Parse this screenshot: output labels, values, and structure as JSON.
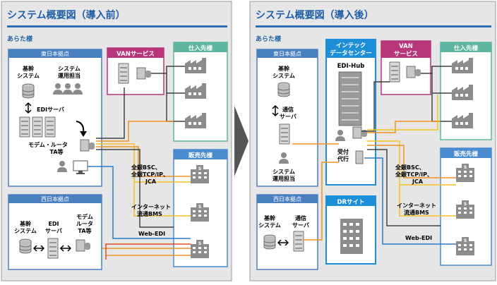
{
  "before": {
    "title": "システム概要図（導入前）",
    "customer": "あらた様",
    "east": "東日本拠点",
    "kikan": [
      "基幹",
      "システム"
    ],
    "operator": [
      "システム",
      "運用担当"
    ],
    "edi_server": "EDIサーバ",
    "modem": [
      "モデム・ルータ",
      "TA等"
    ],
    "van": "VANサービス",
    "suppliers": "仕入先様",
    "sales": "販売先様",
    "protocols": [
      "全銀BSC、",
      "全銀TCP/IP、",
      "JCA"
    ],
    "internet": [
      "インターネット",
      "流通BMS"
    ],
    "webedi": "Web-EDI",
    "west": "西日本拠点",
    "west_kikan": [
      "基幹",
      "システム"
    ],
    "west_edi": [
      "EDI",
      "サーバ"
    ],
    "west_modem": [
      "モデム",
      "ルータ",
      "TA等"
    ]
  },
  "after": {
    "title": "システム概要図（導入後）",
    "customer": "あらた様",
    "east": "東日本拠点",
    "kikan": [
      "基幹",
      "システム"
    ],
    "comm_server": [
      "通信",
      "サーバ"
    ],
    "operator": [
      "システム",
      "運用担当"
    ],
    "intec": [
      "インテック",
      "データセンター"
    ],
    "edihub": "EDI-Hub",
    "proxy": [
      "受付",
      "代行"
    ],
    "dr": "DRサイト",
    "van": [
      "VAN",
      "サービス"
    ],
    "suppliers": "仕入先様",
    "sales": "販売先様",
    "protocols": [
      "全銀BSC、",
      "全銀TCP/IP、",
      "JCA"
    ],
    "internet": [
      "インターネット",
      "流通BMS"
    ],
    "webedi": "Web-EDI",
    "west": "西日本拠点",
    "west_kikan": [
      "基幹",
      "システム"
    ],
    "west_comm": [
      "通信",
      "サーバ"
    ]
  },
  "colors": {
    "title_blue": "#1f5fa8",
    "panel_bg": "#e6e6e6",
    "east_blue": "#4a7fc0",
    "van_pink": "#b8367a",
    "supplier_green": "#5fb6a0",
    "sales_blue": "#4a8bd0",
    "intec_blue": "#1d8fd8",
    "line_orange": "#f09020",
    "line_yellow": "#f5c020",
    "line_blue": "#2a7ac8",
    "line_dark": "#404040",
    "line_red": "#e05020"
  }
}
